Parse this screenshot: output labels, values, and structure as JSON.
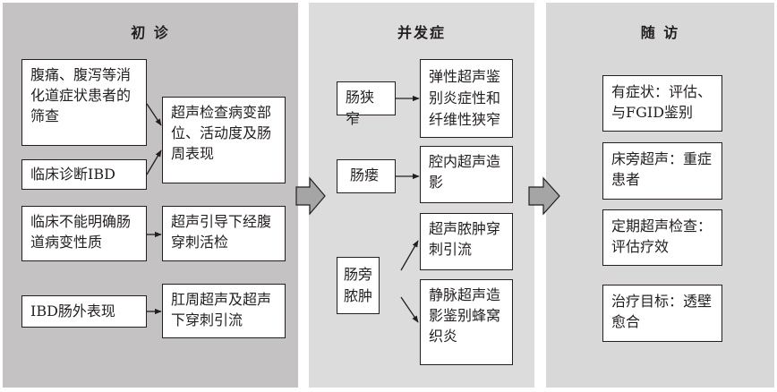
{
  "colors": {
    "panel_initial": "#c4c2c3",
    "panel_complication": "#dcdcdc",
    "panel_followup": "#d8d8d8",
    "arrow_fill": "#a5a5a5",
    "line": "#231f20"
  },
  "panels": {
    "initial": {
      "title": "初 诊",
      "left_boxes": [
        "腹痛、腹泻等消化道症状患者的筛查",
        "临床诊断IBD",
        "临床不能明确肠道病变性质",
        "IBD肠外表现"
      ],
      "right_boxes": [
        "超声检查病变部位、活动度及肠周表现",
        "超声引导下经腹穿刺活检",
        "肛周超声及超声下穿刺引流"
      ]
    },
    "complication": {
      "title": "并发症",
      "left_boxes": [
        "肠狭窄",
        "肠瘘",
        "肠旁脓肿"
      ],
      "right_boxes": [
        "弹性超声鉴别炎症性和纤维性狭窄",
        "腔内超声造影",
        "超声脓肿穿刺引流",
        "静脉超声造影鉴别蜂窝织炎"
      ]
    },
    "followup": {
      "title": "随 访",
      "boxes": [
        "有症状：评估、与FGID鉴别",
        "床旁超声：重症患者",
        "定期超声检查：评估疗效",
        "治疗目标：透壁愈合"
      ]
    }
  }
}
